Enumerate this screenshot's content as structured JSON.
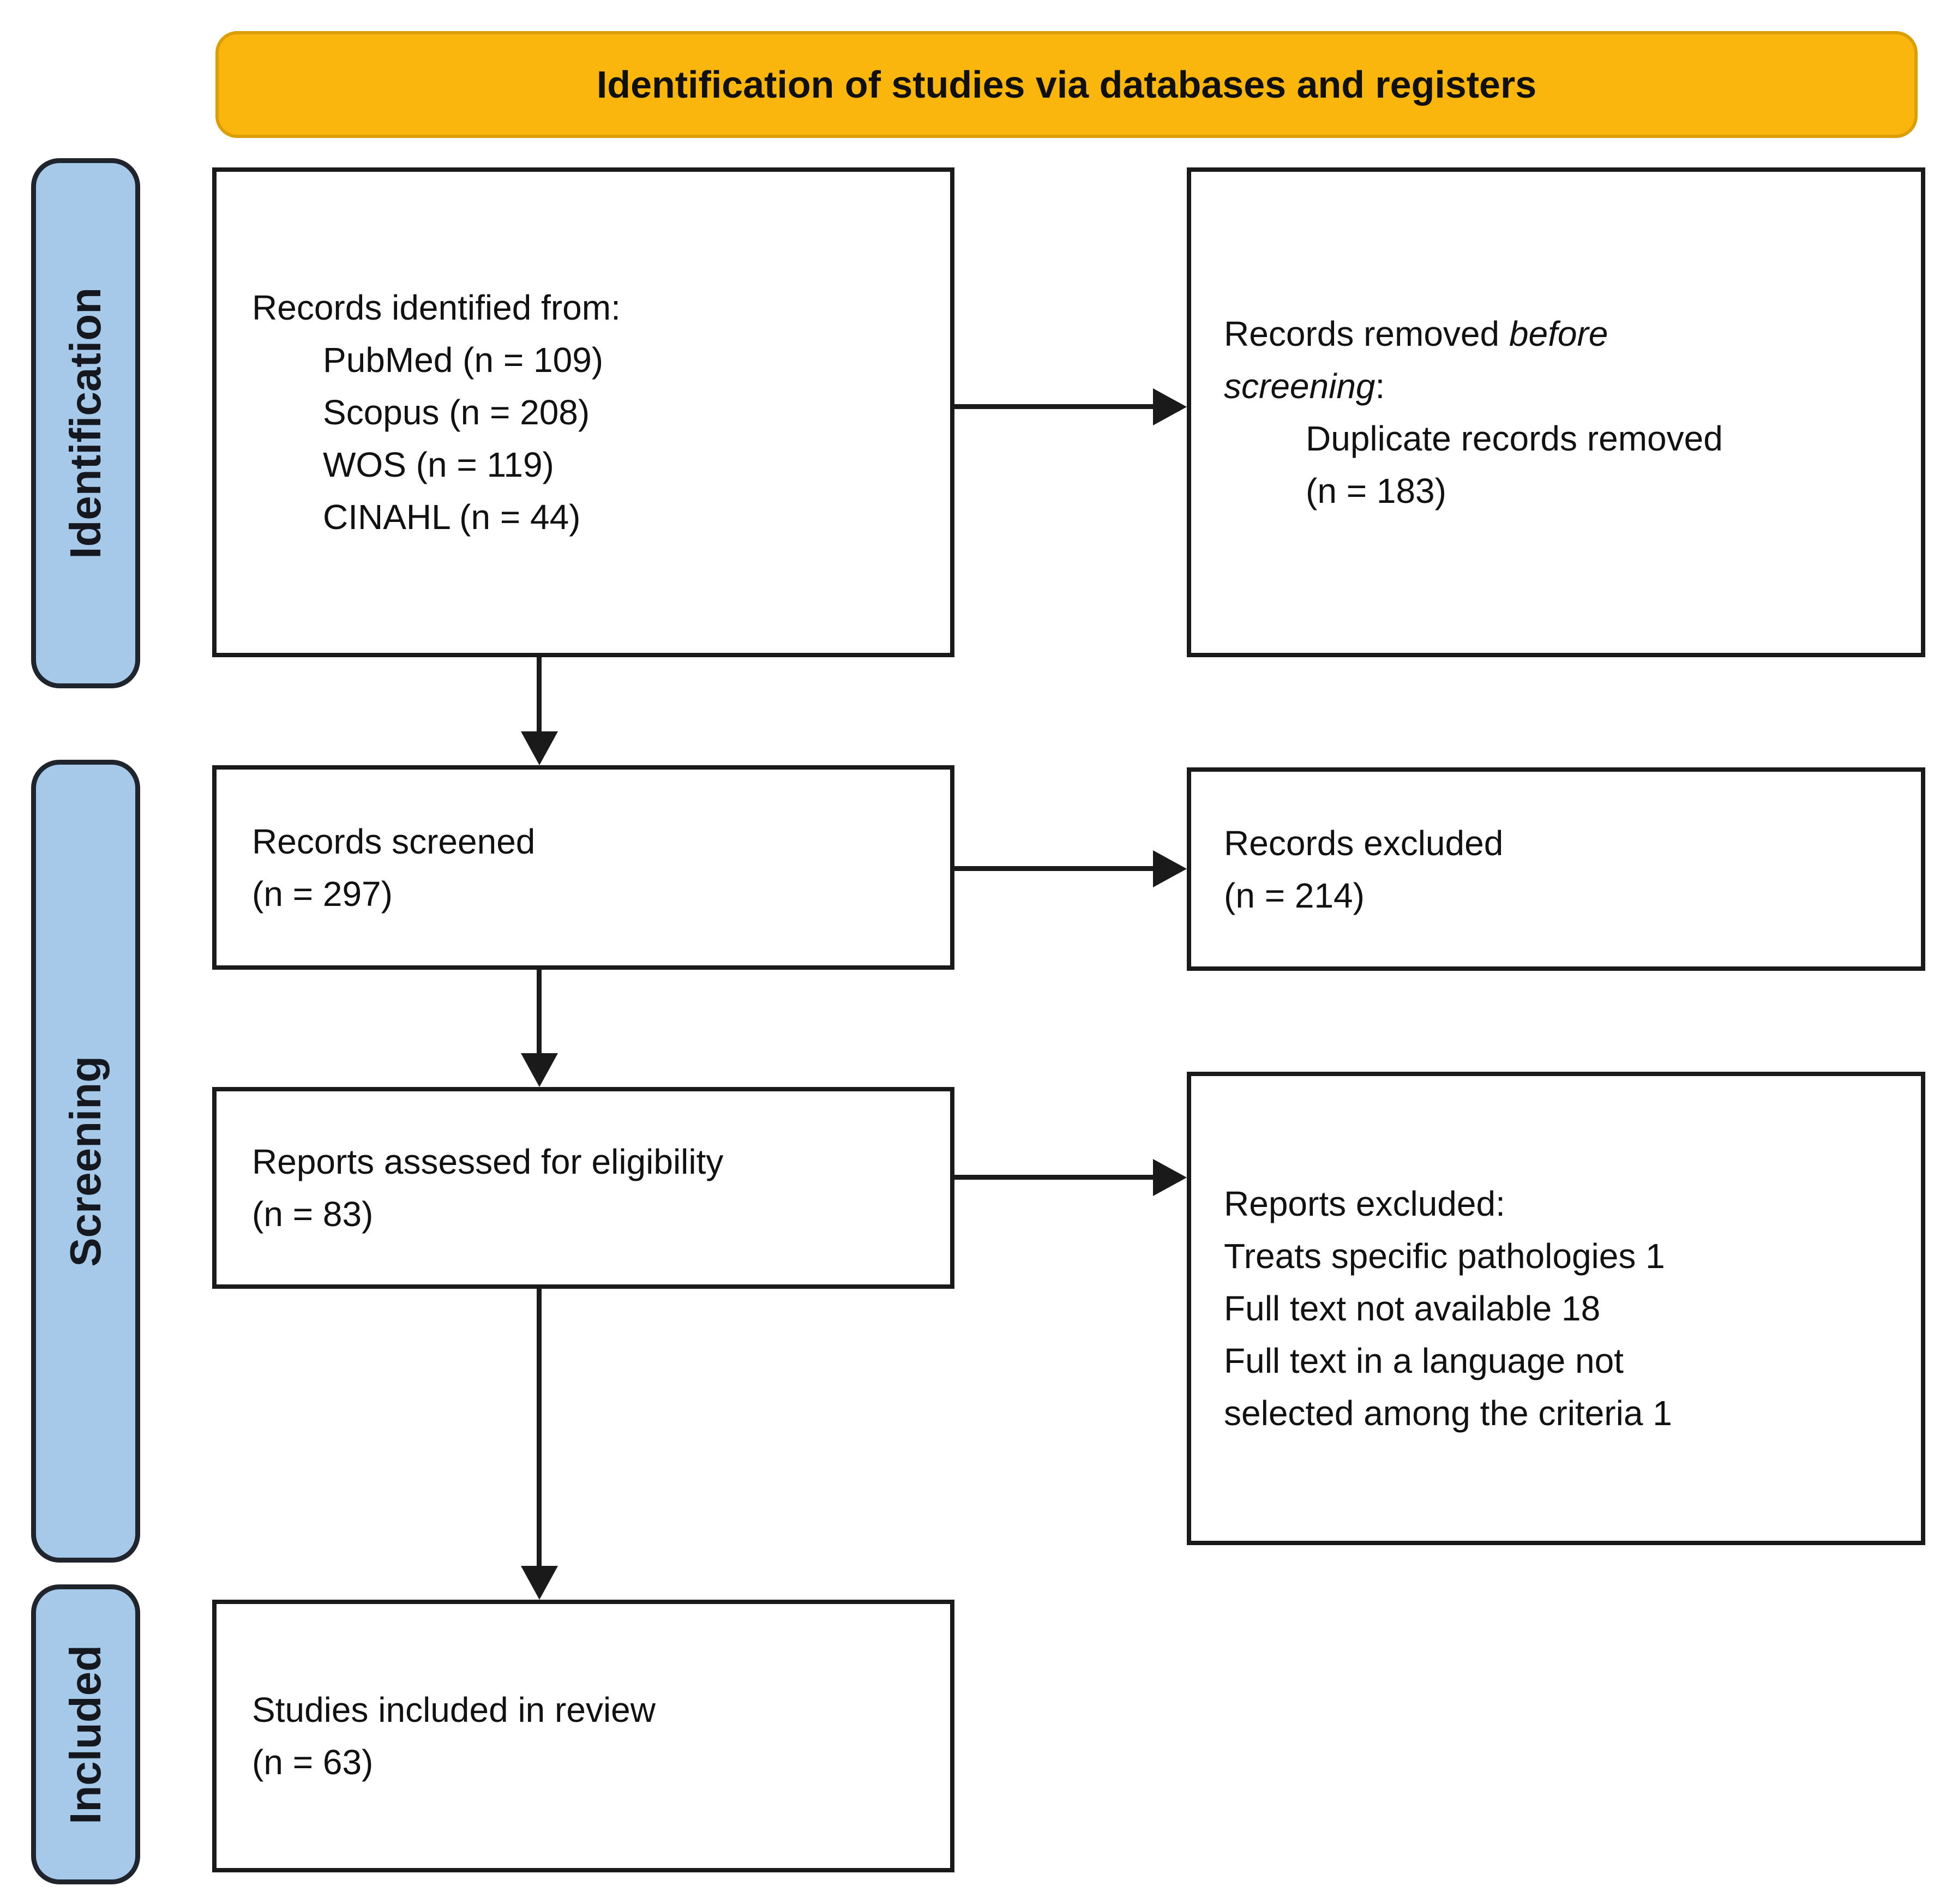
{
  "banner": {
    "title": "Identification of studies via databases and registers"
  },
  "stages": [
    {
      "label": "Identification"
    },
    {
      "label": "Screening"
    },
    {
      "label": "Included"
    }
  ],
  "boxes": {
    "records_identified": {
      "title": "Records identified from:",
      "sources": [
        "PubMed (n = 109)",
        "Scopus (n = 208)",
        "WOS (n = 119)",
        "CINAHL (n = 44)"
      ]
    },
    "records_removed": {
      "line1_text": "Records removed ",
      "line1_italic": "before",
      "line2_italic": "screening",
      "line2_suffix": ":",
      "details": [
        "Duplicate records removed",
        "(n = 183)"
      ]
    },
    "records_screened": {
      "lines": [
        "Records screened",
        "(n = 297)"
      ]
    },
    "records_excluded": {
      "lines": [
        "Records excluded",
        "(n = 214)"
      ]
    },
    "reports_assessed": {
      "lines": [
        "Reports assessed for eligibility",
        "(n = 83)"
      ]
    },
    "reports_excluded": {
      "lines": [
        "Reports excluded:",
        "Treats specific pathologies 1",
        "Full text not available 18",
        "Full text in a language not",
        "selected among the criteria 1"
      ]
    },
    "studies_included": {
      "lines": [
        "Studies included in review",
        "(n = 63)"
      ]
    }
  },
  "colors": {
    "banner_bg": "#FBB60D",
    "banner_border": "#DB9E06",
    "stage_bg": "#A7C9E9",
    "stage_border": "#20242C",
    "box_border": "#1A1A1A",
    "arrow": "#1A1A1A",
    "text": "#111111",
    "page_bg": "#FFFFFF"
  }
}
